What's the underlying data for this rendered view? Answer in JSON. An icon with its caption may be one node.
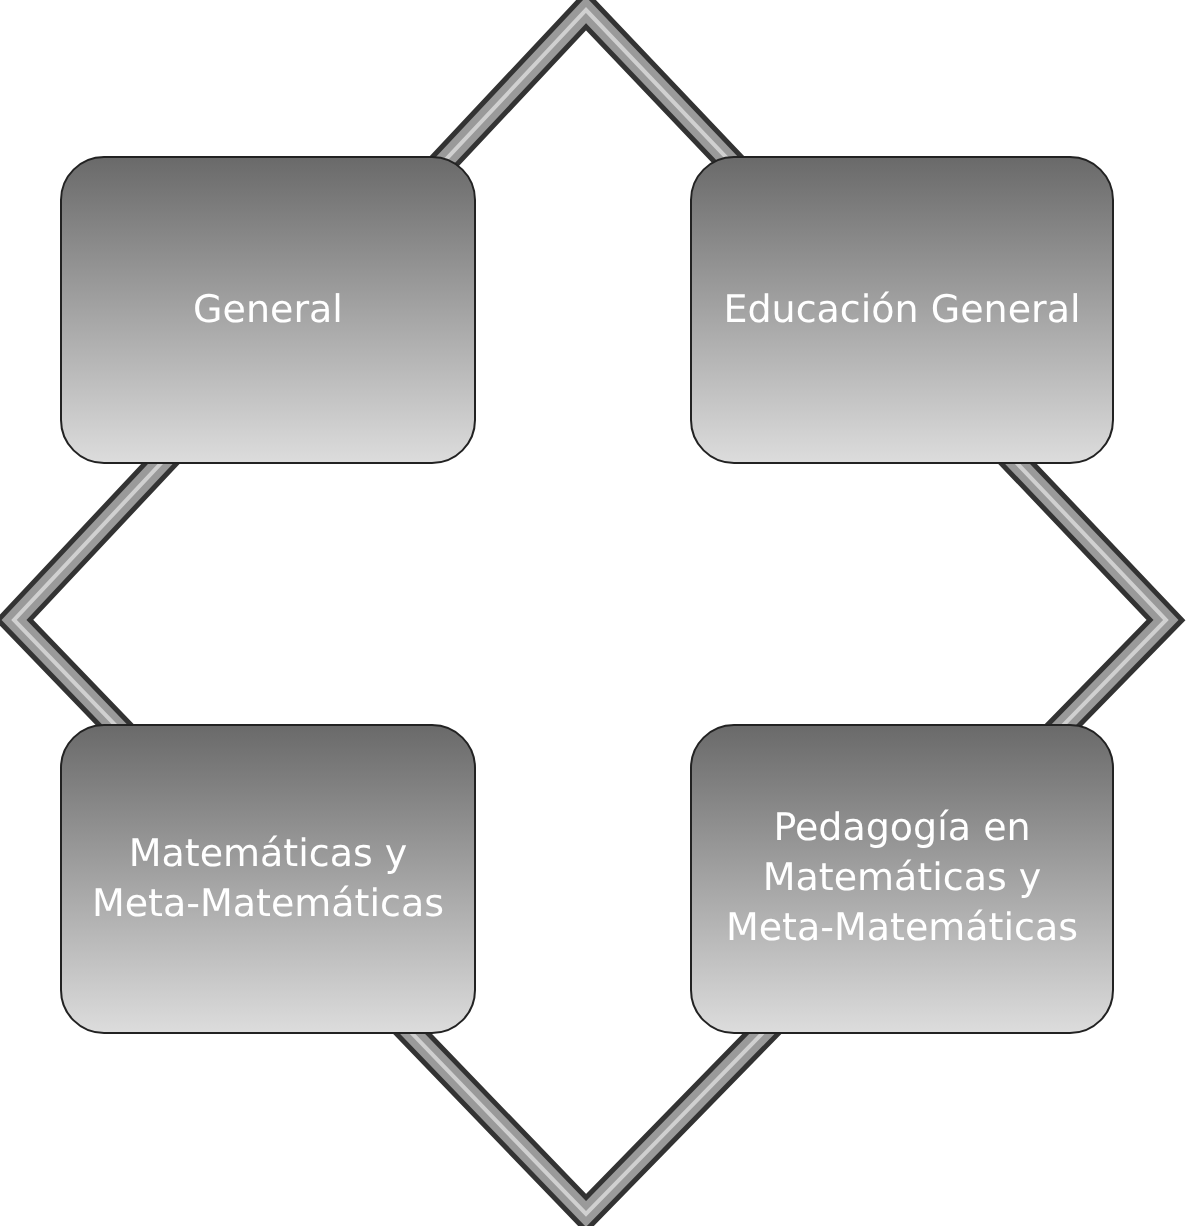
{
  "diagram": {
    "nodes": [
      {
        "text": [
          "General"
        ]
      },
      {
        "text": [
          "Educación General"
        ]
      },
      {
        "text": [
          "Matemáticas y Meta-Matemáticas"
        ]
      },
      {
        "text": [
          "Pedagogía en Matemáticas y Meta-Matemáticas"
        ]
      }
    ]
  }
}
